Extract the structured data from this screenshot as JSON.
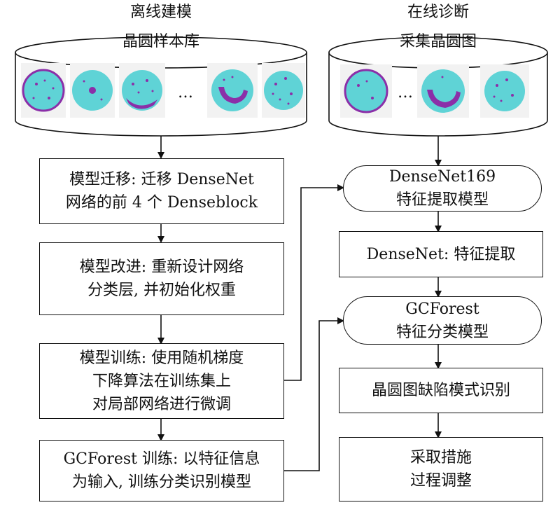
{
  "sections": {
    "offline_title": "离线建模",
    "online_title": "在线诊断"
  },
  "left_db": {
    "label": "晶圆样本库",
    "ellipsis": "…"
  },
  "right_db": {
    "label": "采集晶圆图",
    "ellipsis": "…"
  },
  "offline_steps": [
    {
      "lines": [
        "模型迁移: 迁移 DenseNet",
        "网络的前 4 个 Denseblock"
      ]
    },
    {
      "lines": [
        "模型改进: 重新设计网络",
        "分类层, 并初始化权重"
      ]
    },
    {
      "lines": [
        "模型训练: 使用随机梯度",
        "下降算法在训练集上",
        "对局部网络进行微调"
      ]
    },
    {
      "lines": [
        "GCForest 训练: 以特征信息",
        "为输入, 训练分类识别模型"
      ]
    }
  ],
  "online_steps": [
    {
      "lines": [
        "DenseNet169",
        "特征提取模型"
      ]
    },
    {
      "lines": [
        "DenseNet: 特征提取"
      ]
    },
    {
      "lines": [
        "GCForest",
        "特征分类模型"
      ]
    },
    {
      "lines": [
        "晶圆图缺陷模式识别"
      ]
    },
    {
      "lines": [
        "采取措施",
        "过程调整"
      ]
    }
  ],
  "colors": {
    "wafer_fill": "#5fd3d6",
    "defect": "#8b2fa8",
    "card_bg": "#f2f2f2",
    "line": "#111111"
  }
}
